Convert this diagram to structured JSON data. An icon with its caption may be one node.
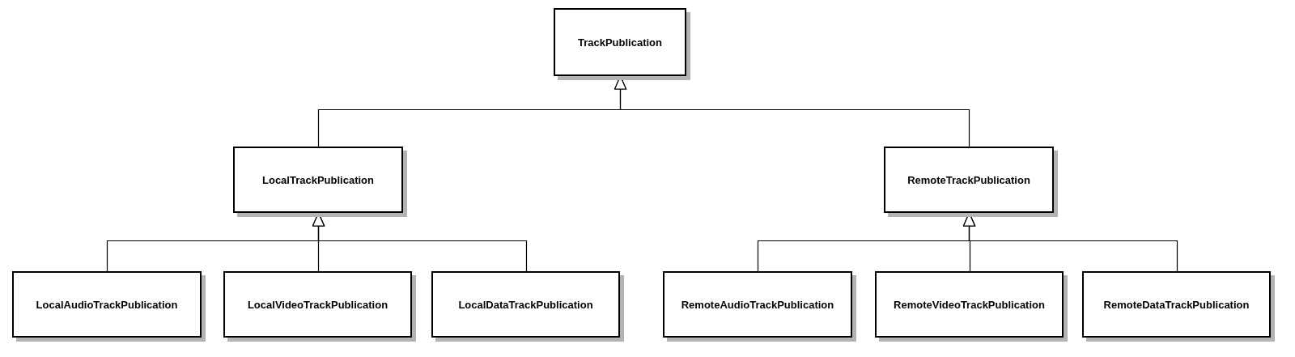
{
  "diagram": {
    "nodes": [
      {
        "text": [
          "TrackPublication"
        ]
      },
      {
        "text": [
          "LocalTrackPublication"
        ]
      },
      {
        "text": [
          "RemoteTrackPublication"
        ]
      },
      {
        "text": [
          "LocalAudioTrackPublication"
        ]
      },
      {
        "text": [
          "LocalVideoTrackPublication"
        ]
      },
      {
        "text": [
          "LocalDataTrackPublication"
        ]
      },
      {
        "text": [
          "RemoteAudioTrackPublication"
        ]
      },
      {
        "text": [
          "RemoteVideoTrackPublication"
        ]
      },
      {
        "text": [
          "RemoteDataTrackPublication"
        ]
      }
    ],
    "edges": [
      {
        "from": 1,
        "to": 0,
        "arrow": "to"
      },
      {
        "from": 2,
        "to": 0,
        "arrow": "to"
      },
      {
        "from": 3,
        "to": 1,
        "arrow": "to"
      },
      {
        "from": 4,
        "to": 1,
        "arrow": "to"
      },
      {
        "from": 5,
        "to": 1,
        "arrow": "to"
      },
      {
        "from": 6,
        "to": 2,
        "arrow": "to"
      },
      {
        "from": 7,
        "to": 2,
        "arrow": "to"
      },
      {
        "from": 8,
        "to": 2,
        "arrow": "to"
      }
    ]
  }
}
